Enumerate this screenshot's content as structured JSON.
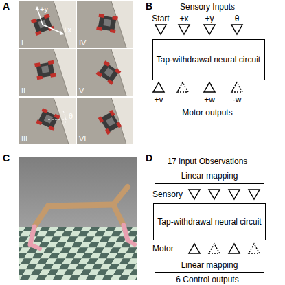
{
  "diagram": {
    "nodes": [
      {
        "text": [
          "Tap-withdrawal neural circuit"
        ]
      },
      {
        "text": [
          "Linear mapping"
        ]
      },
      {
        "text": [
          "Tap-withdrawal neural circuit"
        ]
      },
      {
        "text": [
          "Linear mapping"
        ]
      }
    ],
    "labels": [
      "A",
      "I",
      "II",
      "III",
      "IV",
      "V",
      "VI",
      "+y",
      "+x",
      "θ",
      "B",
      "Sensory Inputs",
      "Start",
      "+x",
      "+y",
      "θ",
      "+v",
      "+w",
      "-w",
      "Motor outputs",
      "C",
      "D",
      "17 input Observations",
      "Sensory",
      "Motor",
      "6 Control outputs"
    ]
  }
}
